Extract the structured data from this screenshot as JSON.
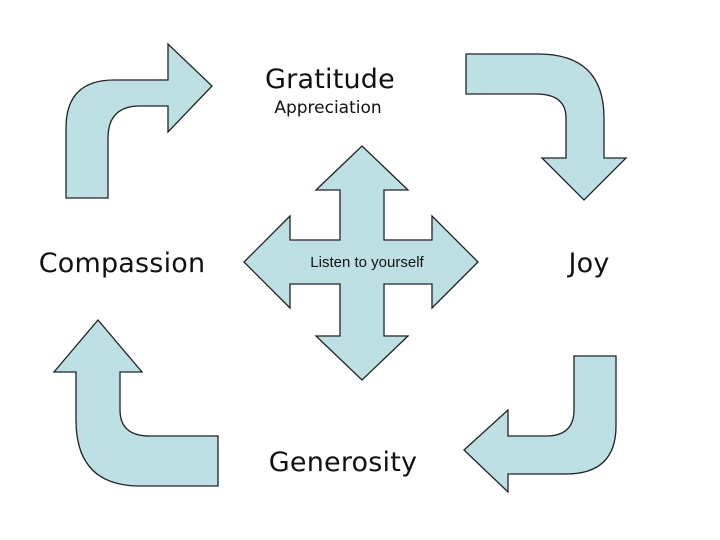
{
  "diagram": {
    "top": {
      "title": "Gratitude",
      "subtitle": "Appreciation"
    },
    "right": {
      "title": "Joy"
    },
    "bottom": {
      "title": "Generosity"
    },
    "left": {
      "title": "Compassion"
    },
    "center": {
      "title": "Listen to yourself"
    }
  },
  "colors": {
    "arrow_fill": "#bde0e5",
    "arrow_stroke": "#222222",
    "text": "#111111",
    "background": "#ffffff"
  }
}
